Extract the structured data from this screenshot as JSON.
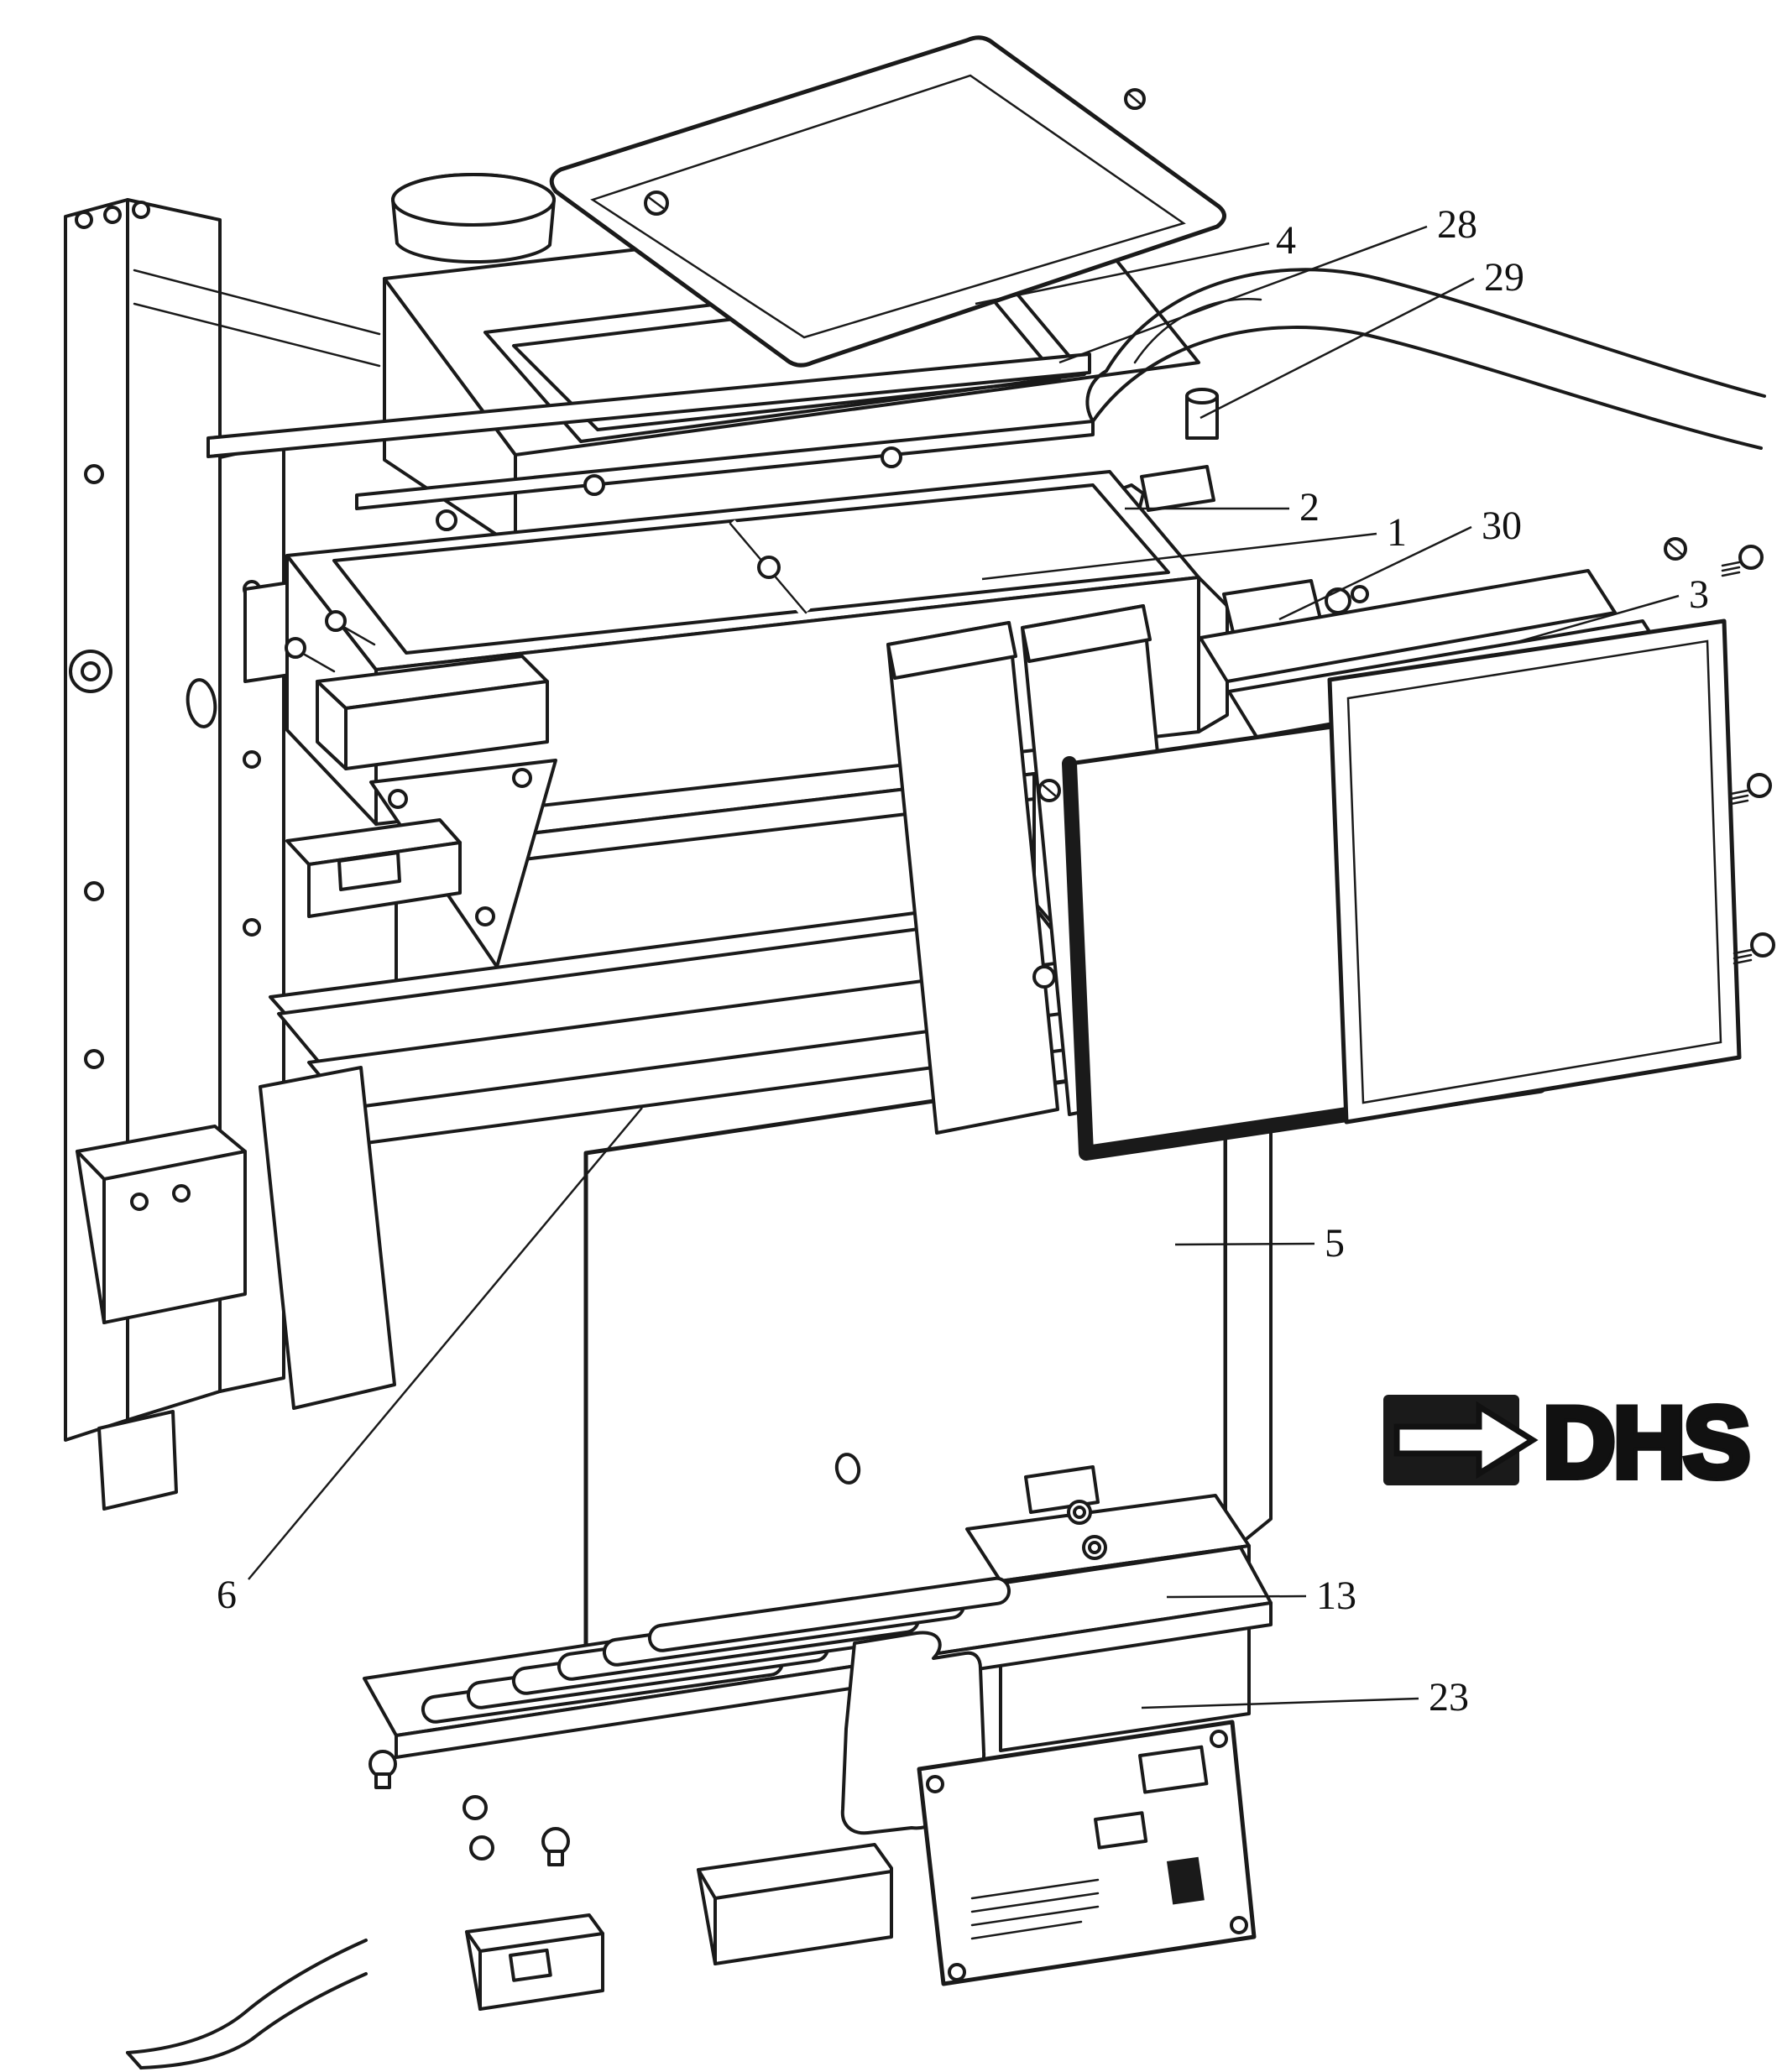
{
  "callouts": [
    {
      "number": "4"
    },
    {
      "number": "28"
    },
    {
      "number": "29"
    },
    {
      "number": "2"
    },
    {
      "number": "1"
    },
    {
      "number": "30"
    },
    {
      "number": "3"
    },
    {
      "number": "5"
    },
    {
      "number": "6"
    },
    {
      "number": "13"
    },
    {
      "number": "23"
    }
  ],
  "logo": {
    "text": "DHS"
  },
  "colors": {
    "ink": "#1a1a1a",
    "paper": "#ffffff"
  }
}
